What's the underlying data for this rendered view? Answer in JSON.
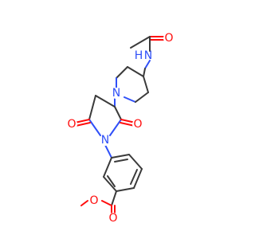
{
  "colors": {
    "carbon_bond": "#3a3a3a",
    "nitrogen": "#3050f8",
    "oxygen": "#ff0d0d",
    "background": "#ffffff"
  },
  "atoms": {
    "amide_o": "O",
    "amide_nh": "H",
    "amide_n": "N",
    "piperidine_n": "N",
    "imide_n": "N",
    "imide_o_left": "O",
    "imide_o_right": "O",
    "ester_o_carbonyl": "O",
    "ester_o_ether": "O"
  }
}
